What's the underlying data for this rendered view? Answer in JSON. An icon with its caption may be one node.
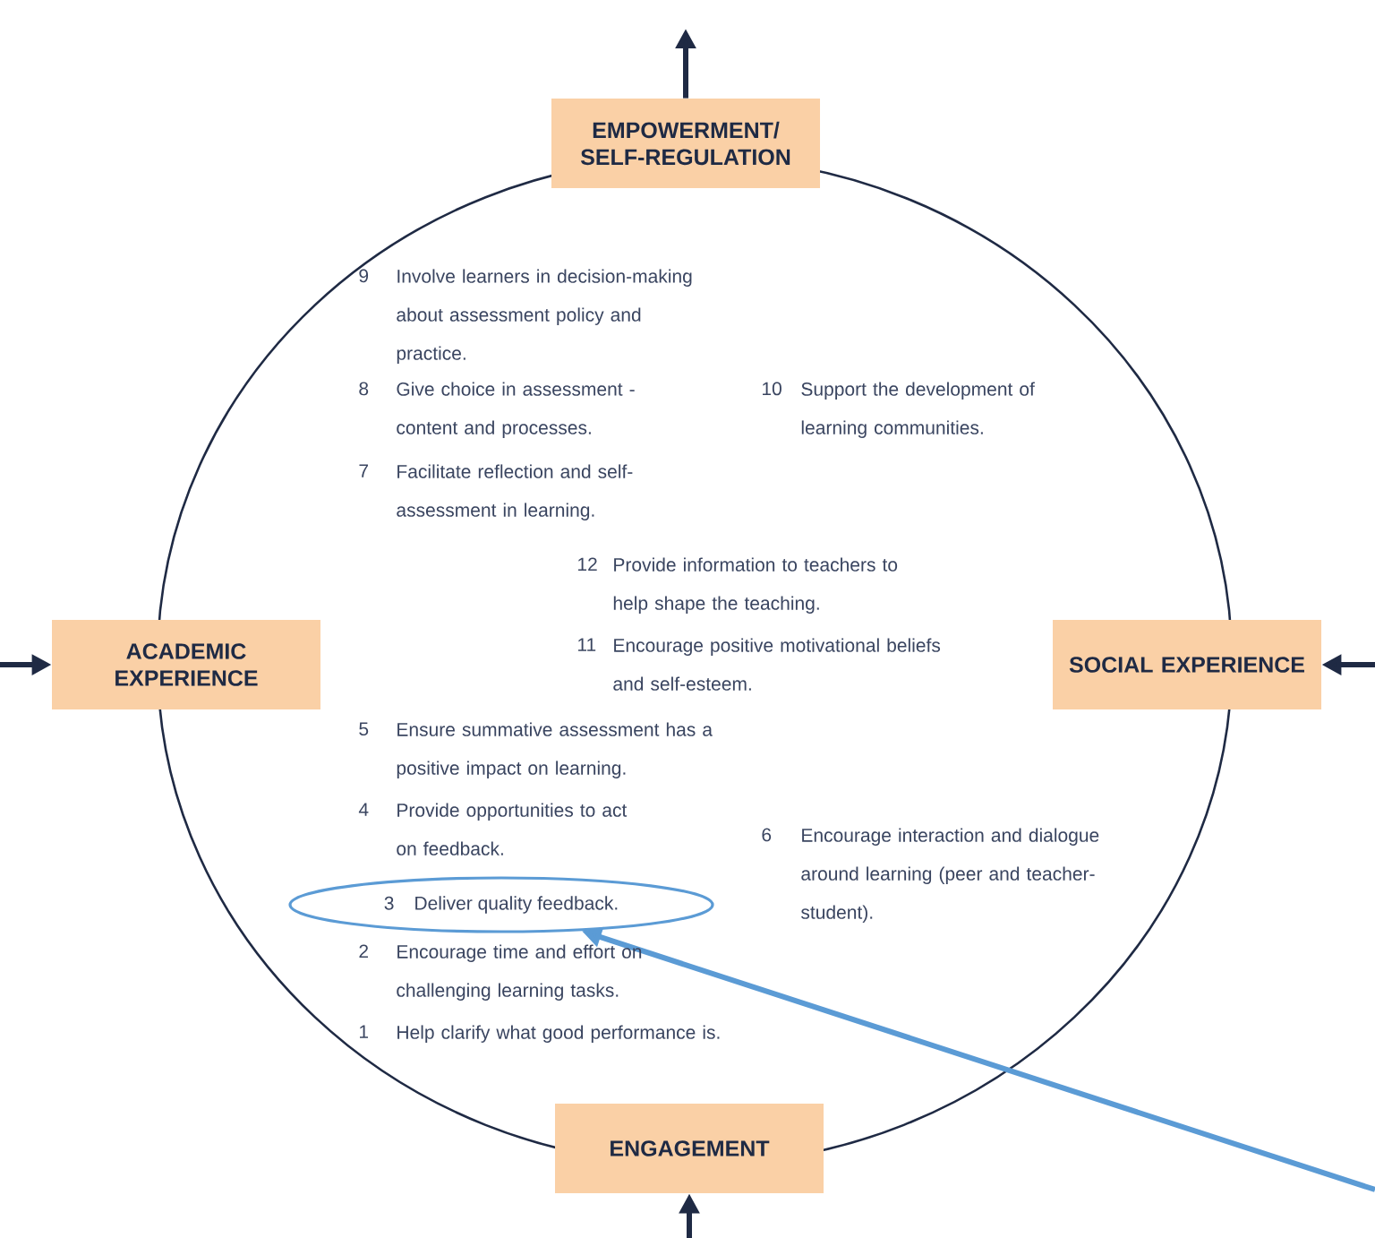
{
  "diagram": {
    "nodes": [
      {
        "text": [
          "EMPOWERMENT/ SELF-REGULATION"
        ]
      },
      {
        "text": [
          "ACADEMIC EXPERIENCE"
        ]
      },
      {
        "text": [
          "SOCIAL EXPERIENCE"
        ]
      },
      {
        "text": [
          "ENGAGEMENT"
        ]
      },
      {
        "text": [
          "3",
          "Deliver quality feedback."
        ]
      }
    ],
    "edges": [
      {
        "from": 0,
        "to": null,
        "arrow": "to"
      },
      {
        "from": null,
        "to": 1,
        "arrow": "to"
      },
      {
        "from": null,
        "to": 2,
        "arrow": "to"
      },
      {
        "from": null,
        "to": 3,
        "arrow": "to"
      },
      {
        "from": null,
        "to": 4,
        "arrow": "to",
        "color": "#5b9bd5"
      }
    ],
    "labels": [
      "9",
      "Involve learners in decision-making about assessment policy and practice.",
      "8",
      "Give choice in assessment - content and processes.",
      "10",
      "Support the development of learning communities.",
      "7",
      "Facilitate reflection and self-assessment in learning.",
      "12",
      "Provide information to teachers to help shape the teaching.",
      "11",
      "Encourage positive motivational beliefs and self-esteem.",
      "5",
      "Ensure summative assessment has a positive impact on learning.",
      "4",
      "Provide opportunities to act on feedback.",
      "6",
      "Encourage interaction and dialogue around learning (peer and teacher-student).",
      "2",
      "Encourage time and effort on challenging learning tasks.",
      "1",
      "Help clarify what good performance is."
    ]
  }
}
